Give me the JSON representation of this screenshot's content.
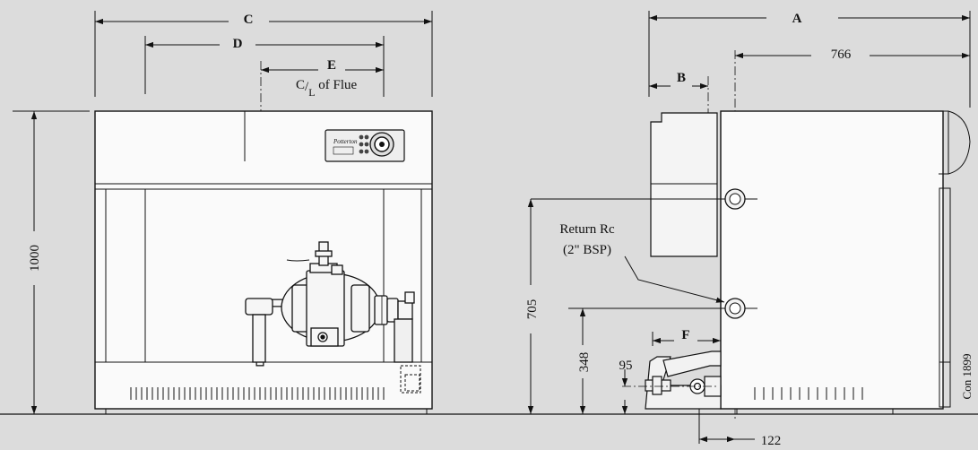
{
  "dimensions": {
    "C": "C",
    "D": "D",
    "E": "E",
    "A": "A",
    "B": "B",
    "F": "F",
    "height_total": "1000",
    "height_705": "705",
    "height_348": "348",
    "height_95": "95",
    "depth_766": "766",
    "offset_122": "122"
  },
  "labels": {
    "flue_prefix": "C",
    "flue_sub": "L",
    "flue_suffix": " of Flue",
    "return_line1": "Return Rc",
    "return_line2": "(2\" BSP)",
    "drawing_ref": "Con 1899",
    "logo_text": "Potterton"
  },
  "icons": {
    "control_panel": "control-panel-icon",
    "burner": "burner-assembly-icon"
  }
}
